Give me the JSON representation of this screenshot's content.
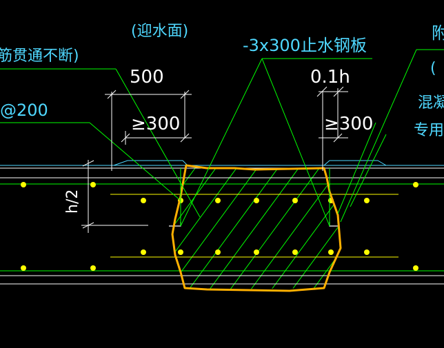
{
  "drawing": {
    "labels": {
      "water_face": "(迎水面)",
      "rebar_continuous": "筋贯通不断)",
      "spacing": "@200",
      "steel_plate": "-3x300止水钢板",
      "dim_500": "500",
      "dim_gte300_left": "≥300",
      "dim_01h": "0.1h",
      "dim_gte300_right": "≥300",
      "h_half": "h/2",
      "right_char_top": "附",
      "right_paren": "(",
      "concrete": "混凝",
      "special": "专用",
      "bottom_text": "── ─ ─ ─ ─ ─ ─ ─"
    },
    "colors": {
      "green": "#00ff00",
      "white": "#ffffff",
      "cyan": "#4fd8ff",
      "yellow": "#ffff00",
      "orange": "#ffb000",
      "hatch": "#00ff00"
    }
  }
}
